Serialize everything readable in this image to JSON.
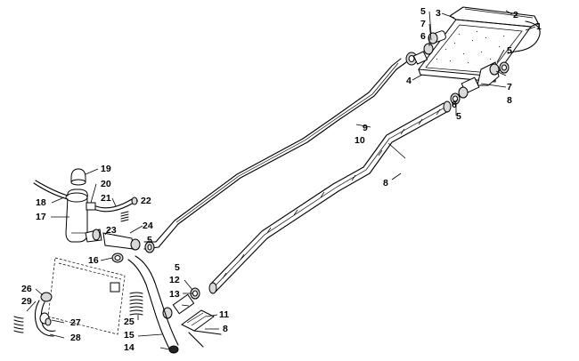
{
  "diagram": {
    "callouts": [
      {
        "id": "c1",
        "text": "1"
      },
      {
        "id": "c2",
        "text": "2"
      },
      {
        "id": "c3",
        "text": "3"
      },
      {
        "id": "c4",
        "text": "4"
      },
      {
        "id": "c5a",
        "text": "5"
      },
      {
        "id": "c5b",
        "text": "5"
      },
      {
        "id": "c5c",
        "text": "5"
      },
      {
        "id": "c5d",
        "text": "5"
      },
      {
        "id": "c5e",
        "text": "5"
      },
      {
        "id": "c6a",
        "text": "6"
      },
      {
        "id": "c6b",
        "text": "6"
      },
      {
        "id": "c7a",
        "text": "7"
      },
      {
        "id": "c7b",
        "text": "7"
      },
      {
        "id": "c8a",
        "text": "8"
      },
      {
        "id": "c8b",
        "text": "8"
      },
      {
        "id": "c8c",
        "text": "8"
      },
      {
        "id": "c9",
        "text": "9"
      },
      {
        "id": "c10",
        "text": "10"
      },
      {
        "id": "c11",
        "text": "11"
      },
      {
        "id": "c12",
        "text": "12"
      },
      {
        "id": "c13",
        "text": "13"
      },
      {
        "id": "c14",
        "text": "14"
      },
      {
        "id": "c15",
        "text": "15"
      },
      {
        "id": "c16",
        "text": "16"
      },
      {
        "id": "c17",
        "text": "17"
      },
      {
        "id": "c18",
        "text": "18"
      },
      {
        "id": "c19",
        "text": "19"
      },
      {
        "id": "c20",
        "text": "20"
      },
      {
        "id": "c21",
        "text": "21"
      },
      {
        "id": "c22",
        "text": "22"
      },
      {
        "id": "c23",
        "text": "23"
      },
      {
        "id": "c24",
        "text": "24"
      },
      {
        "id": "c25",
        "text": "25"
      },
      {
        "id": "c26",
        "text": "26"
      },
      {
        "id": "c27",
        "text": "27"
      },
      {
        "id": "c28",
        "text": "28"
      },
      {
        "id": "c29",
        "text": "29"
      }
    ]
  }
}
